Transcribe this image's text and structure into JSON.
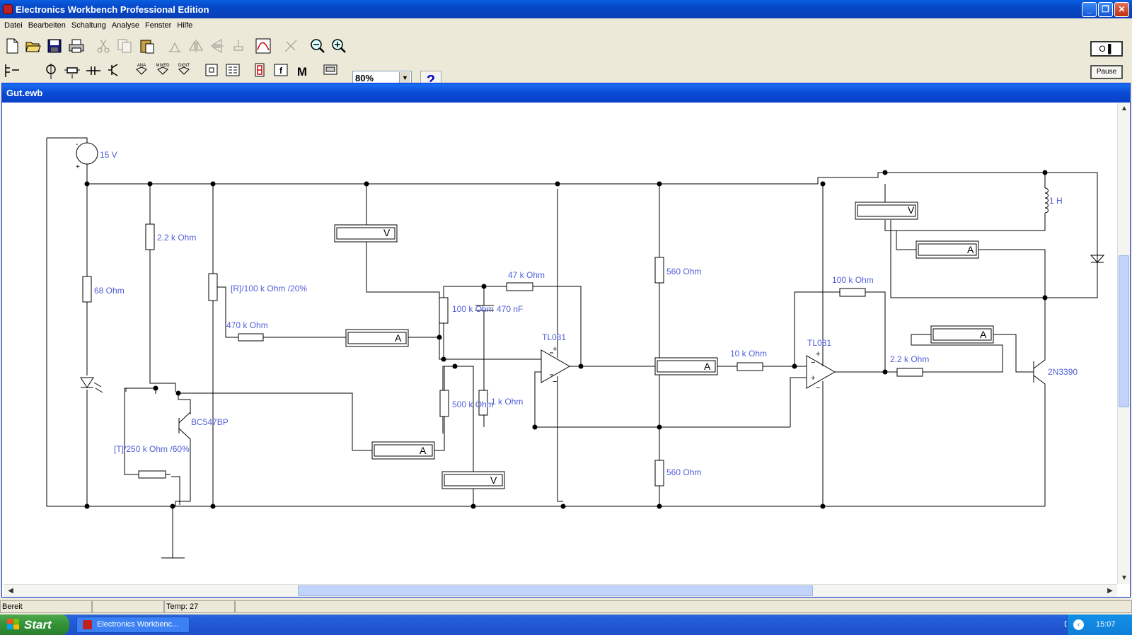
{
  "window": {
    "title": "Electronics Workbench Professional Edition"
  },
  "menu": [
    "Datei",
    "Bearbeiten",
    "Schaltung",
    "Analyse",
    "Fenster",
    "Hilfe"
  ],
  "toolbar": {
    "zoom_value": "80%",
    "help_label": "?",
    "pause_label": "Pause"
  },
  "component_bins": {
    "analog_label": "ANA",
    "mixed_label": "MIXED",
    "digit_label": "DIGIT",
    "func_label": "f",
    "misc_label": "M"
  },
  "document": {
    "title": "Gut.ewb"
  },
  "circuit": {
    "source_label": "15 V",
    "r68": "68  Ohm",
    "r2k2_left": "2.2 k Ohm",
    "pot_r": "[R]/100 k Ohm /20%",
    "r470k": "470 k Ohm",
    "r47k": "47 k Ohm",
    "c470n": "470 nF",
    "r100k_mid": "100 k Ohm",
    "r500k": "500 k Ohm",
    "r1k": "1 k Ohm",
    "opamp1": "TL081",
    "opamp2": "TL081",
    "r560_top": "560  Ohm",
    "r560_bottom": "560  Ohm",
    "r10k": "10 k Ohm",
    "r100k_right": "100 k Ohm",
    "r2k2_right": "2.2 k Ohm",
    "inductor": "1 H",
    "transistor1": "BC547BP",
    "transistor2": "2N3390",
    "pot_t": "[T]/250 k Ohm /60%",
    "meter_v": "V",
    "meter_a": "A"
  },
  "status": {
    "ready": "Bereit",
    "empty": "",
    "temp": "Temp:  27"
  },
  "taskbar": {
    "start_label": "Start",
    "task_item": "Electronics Workbenc...",
    "lang": "DE",
    "clock": "15:07"
  }
}
